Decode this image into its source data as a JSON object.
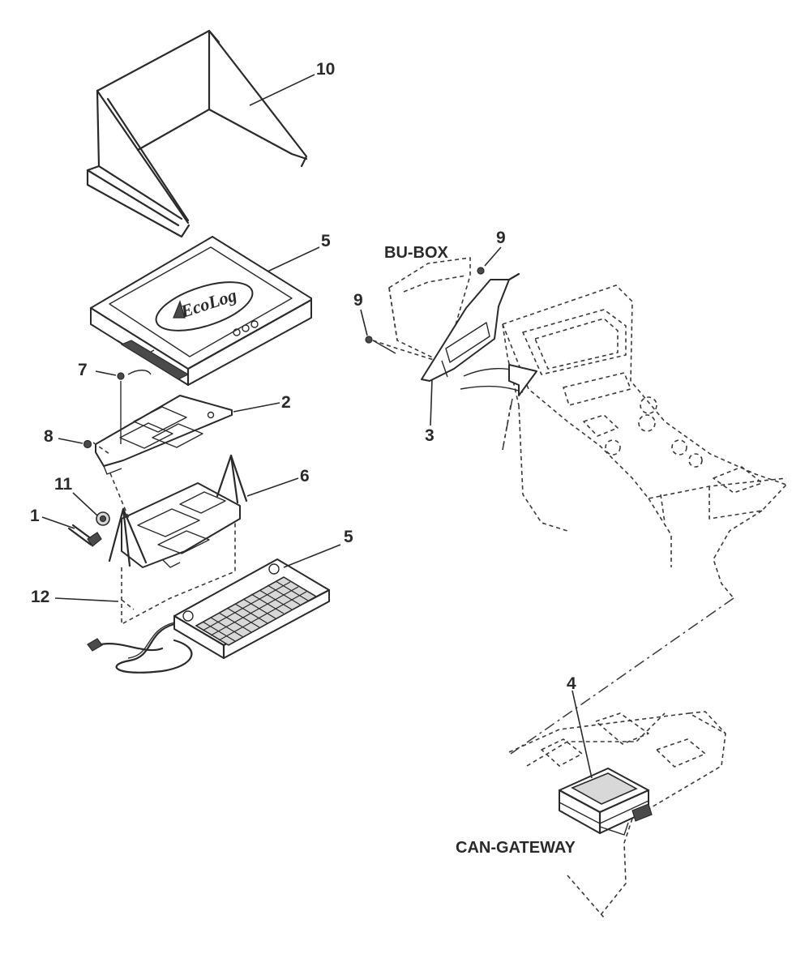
{
  "diagram": {
    "callouts": {
      "c10": "10",
      "c5_top": "5",
      "c7": "7",
      "c2": "2",
      "c8": "8",
      "c11": "11",
      "c6": "6",
      "c1": "1",
      "c12": "12",
      "c5_keyboard": "5",
      "c9_right": "9",
      "c9_left": "9",
      "c3": "3",
      "c4": "4"
    },
    "labels": {
      "bu_box": "BU-BOX",
      "can_gateway": "CAN-GATEWAY",
      "logo": "EcoLog"
    }
  }
}
